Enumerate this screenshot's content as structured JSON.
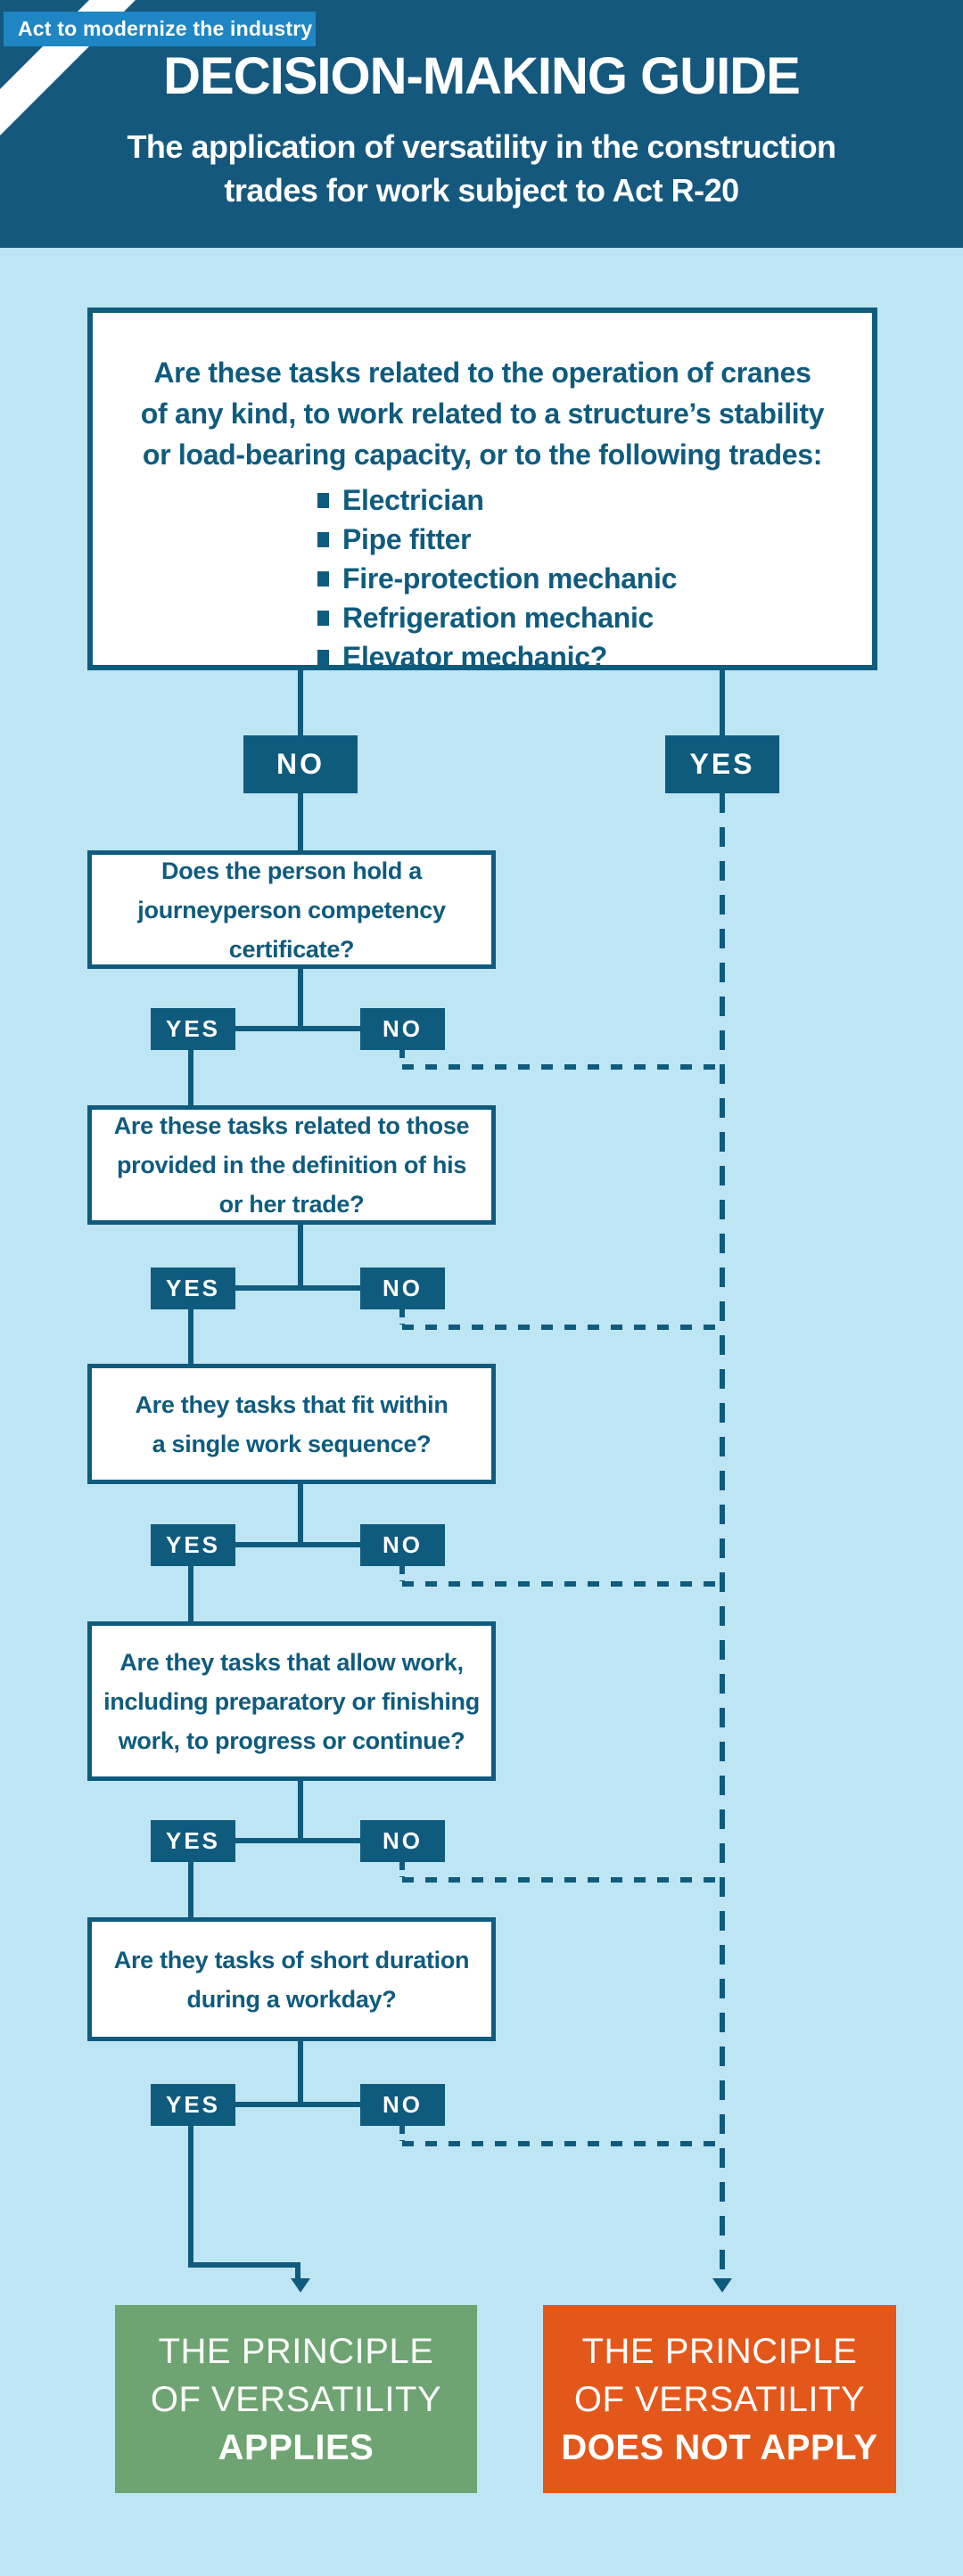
{
  "colors": {
    "header_bg": "#15587E",
    "ribbon": "#1E86C3",
    "body_bg": "#BEE5F3",
    "dark": "#0F5B7E",
    "green": "#6DA471",
    "orange": "#E4571B",
    "white": "#FFFFFF"
  },
  "header": {
    "badge": "Act to modernize the industry",
    "title": "DECISION-MAKING GUIDE",
    "subtitle": [
      "The application of versatility in the construction",
      "trades for work subject to Act R-20"
    ]
  },
  "root_question": {
    "text": [
      "Are these tasks related to the operation of cranes",
      "of any kind, to work related to a structure’s stability",
      "or load-bearing capacity, or to the following trades:"
    ],
    "bullets": [
      "Electrician",
      "Pipe fitter",
      "Fire-protection mechanic",
      "Refrigeration mechanic",
      "Elevator mechanic?"
    ],
    "no_label": "NO",
    "yes_label": "YES"
  },
  "levels": [
    {
      "question": [
        "Does the person hold a",
        "journeyperson competency",
        "certificate?"
      ],
      "yes_label": "YES",
      "no_label": "NO"
    },
    {
      "question": [
        "Are these tasks related to those",
        "provided in the definition of his",
        "or her trade?"
      ],
      "yes_label": "YES",
      "no_label": "NO"
    },
    {
      "question": [
        "Are they tasks that fit within",
        "a single work sequence?"
      ],
      "yes_label": "YES",
      "no_label": "NO"
    },
    {
      "question": [
        "Are they tasks that allow work,",
        "including preparatory or finishing",
        "work, to progress or continue?"
      ],
      "yes_label": "YES",
      "no_label": "NO"
    },
    {
      "question": [
        "Are they tasks of short duration",
        "during a workday?"
      ],
      "yes_label": "YES",
      "no_label": "NO"
    }
  ],
  "outcomes": {
    "applies": {
      "lead": [
        "THE PRINCIPLE",
        "OF VERSATILITY"
      ],
      "emphasis": "APPLIES"
    },
    "not_apply": {
      "lead": [
        "THE PRINCIPLE",
        "OF VERSATILITY"
      ],
      "emphasis": "DOES NOT APPLY"
    }
  }
}
